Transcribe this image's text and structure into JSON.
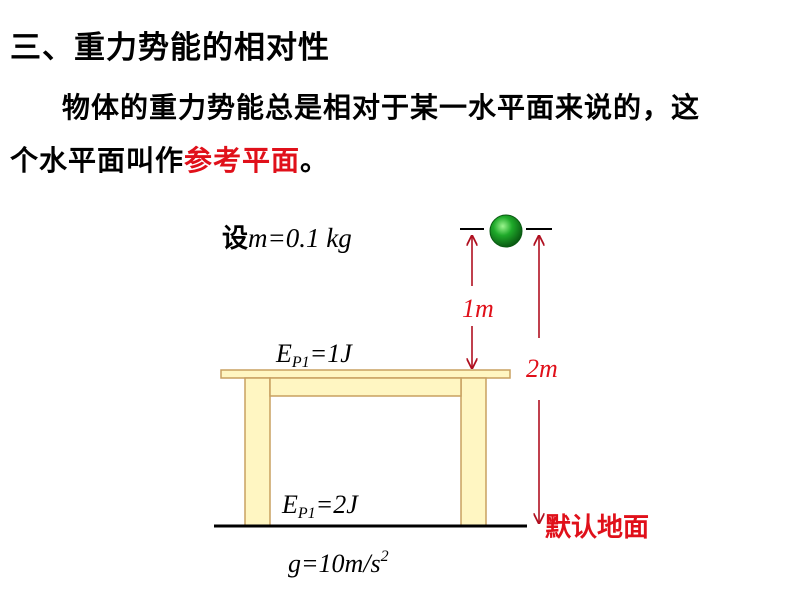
{
  "heading": "三、重力势能的相对性",
  "paragraph": {
    "line1": "物体的重力势能总是相对于某一水平面来说的，这",
    "line2_prefix": "个水平面叫作",
    "line2_highlight": "参考平面",
    "line2_suffix": "。"
  },
  "diagram": {
    "mass_prefix": "设",
    "mass_value": "m=0.1 kg",
    "height_1": "1m",
    "height_2": "2m",
    "ep_table_base": "E",
    "ep_table_sub": "P1",
    "ep_table_value": "=1J",
    "ep_ground_base": "E",
    "ep_ground_sub": "P1",
    "ep_ground_value": "=2J",
    "ground_label": "默认地面",
    "gravity_base": "g=10m/s",
    "gravity_exp": "2"
  },
  "colors": {
    "accent_red": "#e0101a",
    "ball_green": "#1faa2a",
    "table_fill": "#fff6c2",
    "table_edge": "#c8a060",
    "arrow": "#b01020"
  }
}
